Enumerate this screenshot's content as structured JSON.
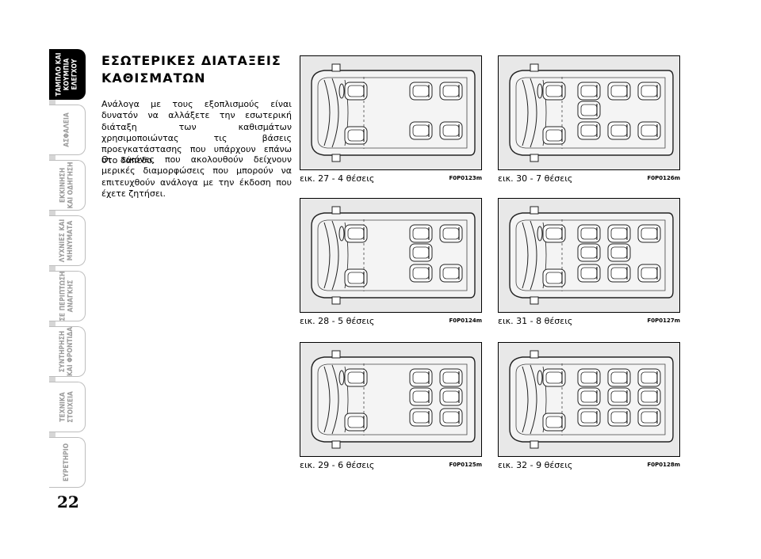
{
  "side_tabs": [
    {
      "label": "ΤΑΜΠΛΟ ΚΑΙ\nΚΟΥΜΠΙΑ\nΕΛΕΓΧΟΥ",
      "active": true
    },
    {
      "label": "ΑΣΦΑΛΕΙΑ",
      "active": false
    },
    {
      "label": "ΕΚΚΙΝΗΣΗ\nΚΑΙ ΟΔΗΓΗΣΗ",
      "active": false
    },
    {
      "label": "ΛΥΧΝΙΕΣ ΚΑΙ\nΜΗΝΥΜΑΤΑ",
      "active": false
    },
    {
      "label": "ΣΕ ΠΕΡΙΠΤΩΣΗ\nΑΝΑΓΚΗΣ",
      "active": false
    },
    {
      "label": "ΣΥΝΤΗΡΗΣΗ\nΚΑΙ ΦΡΟΝΤΙΔΑ",
      "active": false
    },
    {
      "label": "ΤΕΧΝΙΚΑ\nΣΤΟΙΧΕΙΑ",
      "active": false
    },
    {
      "label": "ΕΥΡΕΤΗΡΙΟ",
      "active": false
    }
  ],
  "page_number": "22",
  "title": "ΕΣΩΤΕΡΙΚΕΣ ΔΙΑΤΑΞΕΙΣ ΚΑΘΙΣΜΑΤΩΝ",
  "paragraphs": [
    "Ανάλογα με τους εξοπλισμούς είναι δυνατόν να αλλάξετε την εσωτερική διάταξη των καθισμάτων χρησιμοποιώντας τις βάσεις προεγκατάστασης που υπάρχουν επάνω στο δάπεδο.",
    "Οι εικόνες που ακολουθούν δείχνουν μερικές διαμορφώσεις που μπορούν να επιτευχθούν ανάλογα με την έκδοση που έχετε ζητήσει."
  ],
  "figures": [
    {
      "caption": "εικ. 27 - 4 θέσεις",
      "code": "F0P0123m"
    },
    {
      "caption": "εικ. 28 - 5 θέσεις",
      "code": "F0P0124m"
    },
    {
      "caption": "εικ. 29 - 6 θέσεις",
      "code": "F0P0125m"
    },
    {
      "caption": "εικ. 30 - 7 θέσεις",
      "code": "F0P0126m"
    },
    {
      "caption": "εικ. 31 - 8 θέσεις",
      "code": "F0P0127m"
    },
    {
      "caption": "εικ. 32 - 9 θέσεις",
      "code": "F0P0128m"
    }
  ]
}
